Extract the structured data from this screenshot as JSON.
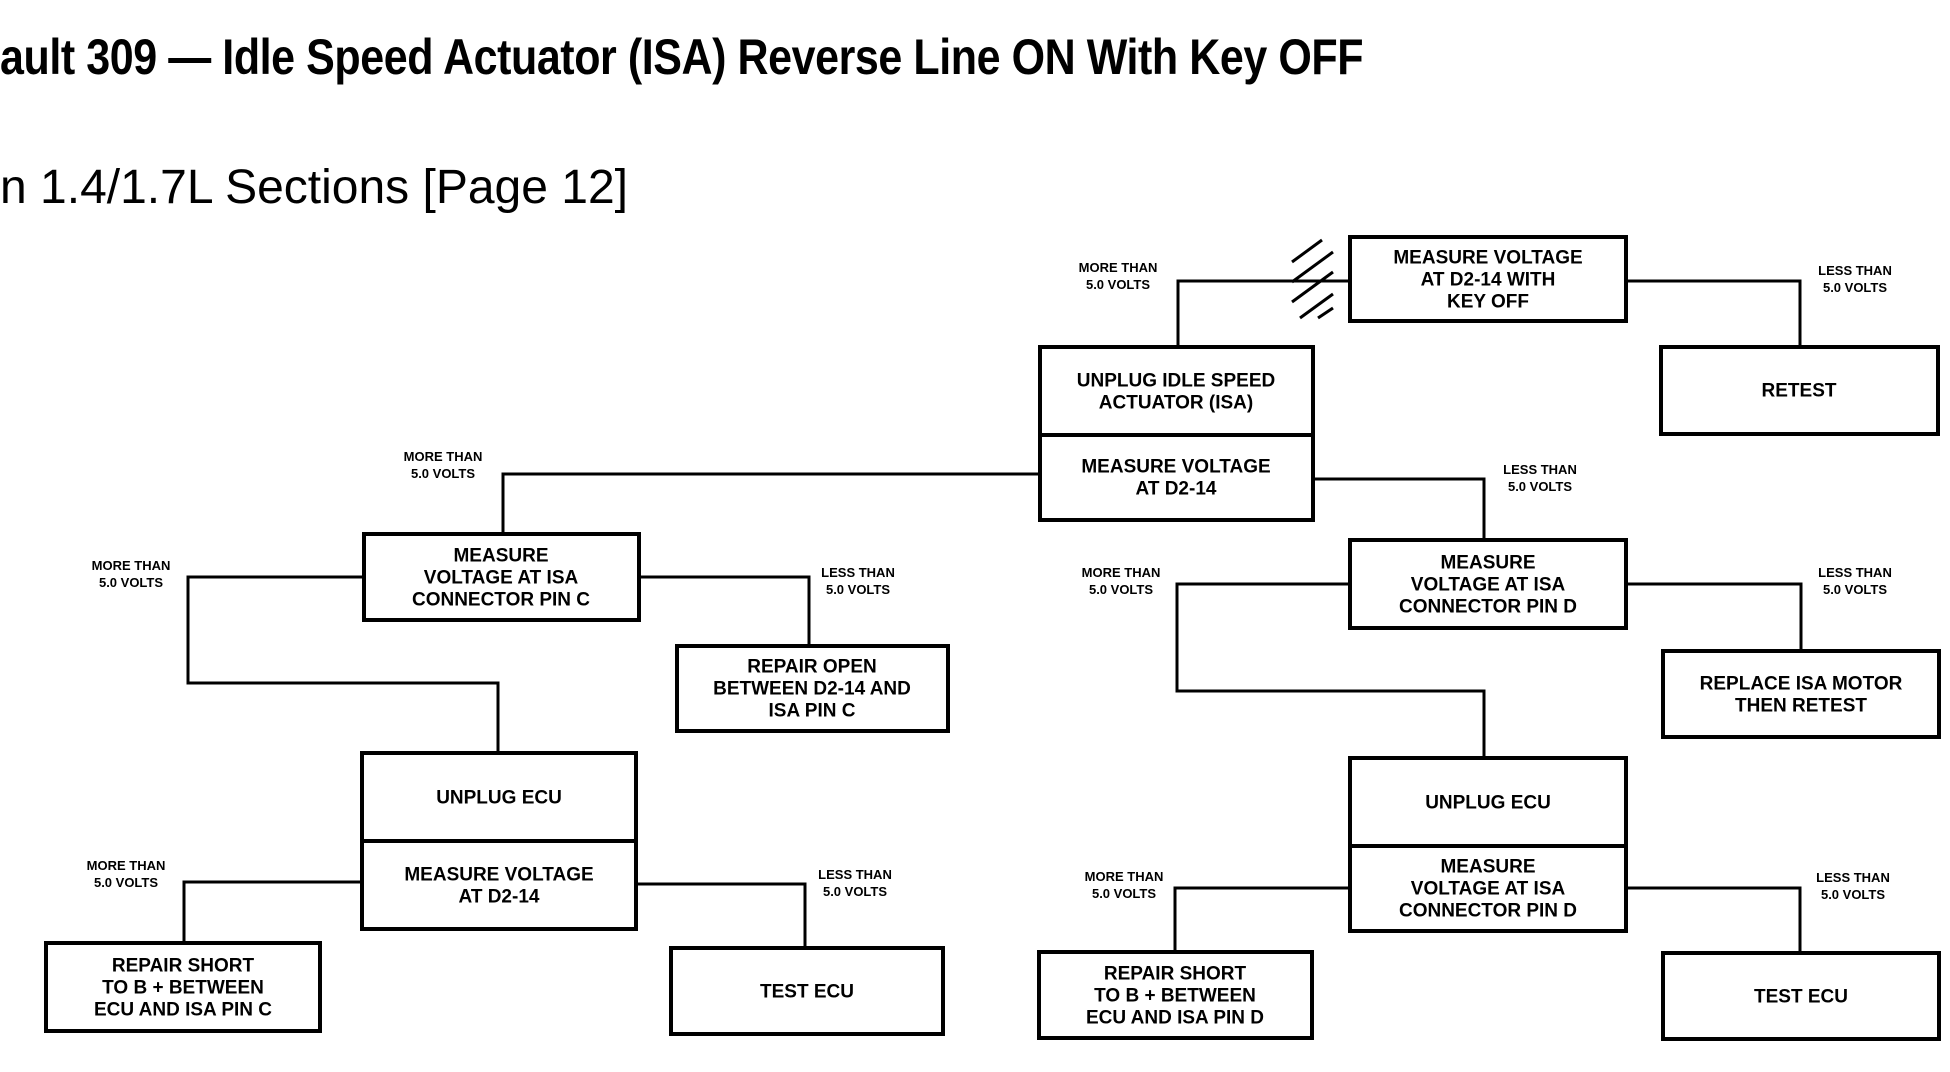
{
  "header": {
    "title": "ault 309 — Idle Speed Actuator (ISA) Reverse Line ON With Key OFF",
    "subtitle": "n 1.4/1.7L Sections [Page 12]"
  },
  "diagram": {
    "boxes": [
      {
        "id": "b1",
        "lines": [
          "MEASURE VOLTAGE",
          "AT D2-14 WITH",
          "KEY OFF"
        ]
      },
      {
        "id": "b2",
        "lines": [
          "RETEST"
        ]
      },
      {
        "id": "b3",
        "lines": [
          "UNPLUG IDLE SPEED",
          "ACTUATOR (ISA)"
        ]
      },
      {
        "id": "b4",
        "lines": [
          "MEASURE VOLTAGE",
          "AT D2-14"
        ]
      },
      {
        "id": "b5",
        "lines": [
          "MEASURE",
          "VOLTAGE AT ISA",
          "CONNECTOR PIN C"
        ]
      },
      {
        "id": "b6",
        "lines": [
          "REPAIR OPEN",
          "BETWEEN D2-14 AND",
          "ISA PIN C"
        ]
      },
      {
        "id": "b7",
        "lines": [
          "UNPLUG ECU"
        ]
      },
      {
        "id": "b8",
        "lines": [
          "MEASURE VOLTAGE",
          "AT D2-14"
        ]
      },
      {
        "id": "b9",
        "lines": [
          "REPAIR SHORT",
          "TO B + BETWEEN",
          "ECU AND ISA PIN C"
        ]
      },
      {
        "id": "b10",
        "lines": [
          "TEST ECU"
        ]
      },
      {
        "id": "b11",
        "lines": [
          "MEASURE",
          "VOLTAGE AT ISA",
          "CONNECTOR PIN D"
        ]
      },
      {
        "id": "b12",
        "lines": [
          "REPLACE ISA MOTOR",
          "THEN RETEST"
        ]
      },
      {
        "id": "b13",
        "lines": [
          "UNPLUG ECU"
        ]
      },
      {
        "id": "b14",
        "lines": [
          "MEASURE",
          "VOLTAGE AT ISA",
          "CONNECTOR PIN D"
        ]
      },
      {
        "id": "b15",
        "lines": [
          "REPAIR SHORT",
          "TO B + BETWEEN",
          "ECU AND ISA PIN D"
        ]
      },
      {
        "id": "b16",
        "lines": [
          "TEST ECU"
        ]
      }
    ],
    "conditions": [
      {
        "id": "c1",
        "lines": [
          "MORE THAN",
          "5.0 VOLTS"
        ]
      },
      {
        "id": "c2",
        "lines": [
          "LESS THAN",
          "5.0 VOLTS"
        ]
      },
      {
        "id": "c3",
        "lines": [
          "MORE THAN",
          "5.0 VOLTS"
        ]
      },
      {
        "id": "c4",
        "lines": [
          "LESS THAN",
          "5.0 VOLTS"
        ]
      },
      {
        "id": "c5",
        "lines": [
          "MORE THAN",
          "5.0 VOLTS"
        ]
      },
      {
        "id": "c6",
        "lines": [
          "LESS THAN",
          "5.0 VOLTS"
        ]
      },
      {
        "id": "c7",
        "lines": [
          "MORE THAN",
          "5.0 VOLTS"
        ]
      },
      {
        "id": "c8",
        "lines": [
          "LESS THAN",
          "5.0 VOLTS"
        ]
      },
      {
        "id": "c9",
        "lines": [
          "MORE THAN",
          "5.0 VOLTS"
        ]
      },
      {
        "id": "c10",
        "lines": [
          "LESS THAN",
          "5.0 VOLTS"
        ]
      },
      {
        "id": "c11",
        "lines": [
          "MORE THAN",
          "5.0 VOLTS"
        ]
      },
      {
        "id": "c12",
        "lines": [
          "LESS THAN",
          "5.0 VOLTS"
        ]
      }
    ]
  }
}
